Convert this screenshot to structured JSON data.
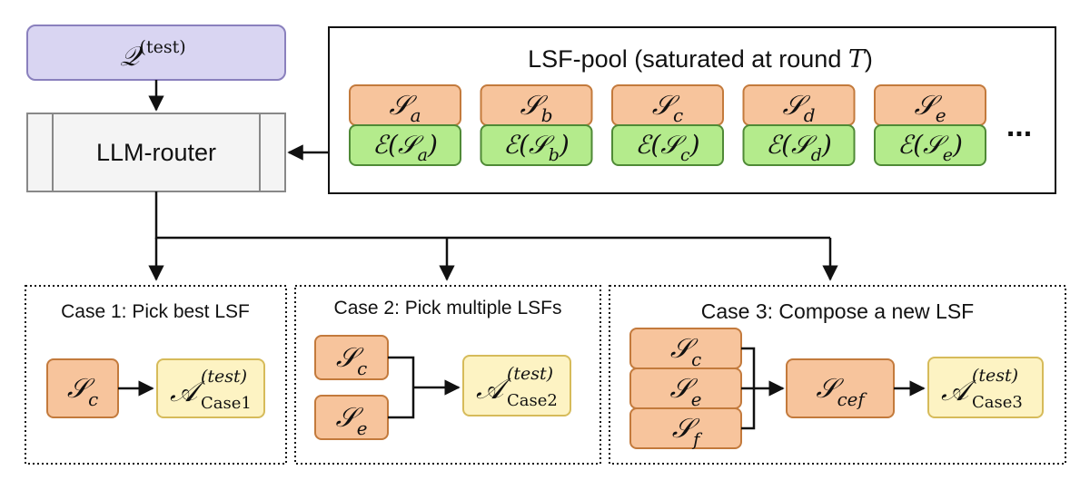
{
  "query": {
    "base": "𝒬",
    "sup": "(test)"
  },
  "router": {
    "label": "LLM-router"
  },
  "pool": {
    "title": "LSF-pool (saturated at round ",
    "title_var": "T",
    "title_close": ")",
    "ellipsis": "...",
    "items": [
      {
        "s": "a"
      },
      {
        "s": "b"
      },
      {
        "s": "c"
      },
      {
        "s": "d"
      },
      {
        "s": "e"
      }
    ]
  },
  "symbols": {
    "S": "𝒮",
    "E": "ℰ",
    "A": "𝒜",
    "test_sup": "(test)"
  },
  "cases": [
    {
      "title": "Case 1: Pick best LSF",
      "inputs": [
        "c"
      ],
      "output_sub": "Case1"
    },
    {
      "title": "Case 2: Pick multiple LSFs",
      "inputs": [
        "c",
        "e"
      ],
      "output_sub": "Case2"
    },
    {
      "title": "Case 3: Compose a new LSF",
      "inputs": [
        "c",
        "e",
        "f"
      ],
      "composed": "cef",
      "output_sub": "Case3"
    }
  ],
  "colors": {
    "query_fill": "#d9d5f2",
    "query_stroke": "#8a80bd",
    "router_fill": "#f4f4f4",
    "router_stroke": "#888888",
    "lsf_fill": "#f7c49c",
    "lsf_stroke": "#c37a3c",
    "eval_fill": "#b4eb8c",
    "eval_stroke": "#4f8a36",
    "ans_fill": "#fdf3c3",
    "ans_stroke": "#d6bb5a",
    "ink": "#111111"
  }
}
